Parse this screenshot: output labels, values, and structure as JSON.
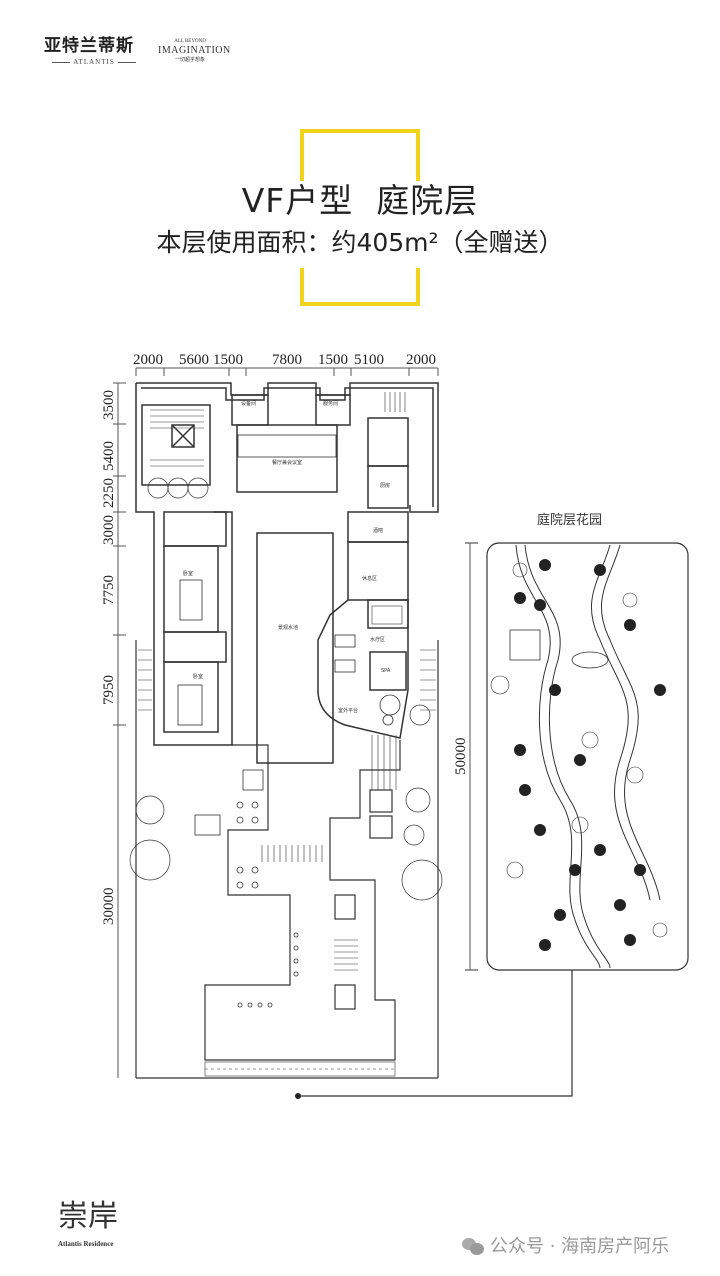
{
  "brand": {
    "logo_cn": "亚特兰蒂斯",
    "logo_en": "ATLANTIS",
    "imagination_small": "ALL BEYOND",
    "imagination": "IMAGINATION",
    "imagination_cn": "一切超乎想象"
  },
  "header": {
    "title": "VF户型  庭院层",
    "subtitle": "本层使用面积：约405m²（全赠送）"
  },
  "dimensions": {
    "top": [
      "2000",
      "5600",
      "1500",
      "7800",
      "1500",
      "5100",
      "2000"
    ],
    "left": [
      "3500",
      "5400",
      "2250",
      "3000",
      "7750",
      "7950",
      "30000"
    ],
    "garden_length": "50000"
  },
  "rooms": {
    "equipment": "设备间",
    "service": "服务间",
    "dining": "餐厅兼会议室",
    "kitchen": "厨房",
    "bar": "酒吧",
    "lounge": "休息区",
    "bedroom1": "卧室",
    "bedroom2": "卧室",
    "pool": "景观水池",
    "spa_area": "水疗区",
    "spa": "SPA",
    "terrace": "室外平台"
  },
  "garden": {
    "title": "庭院层花园"
  },
  "footer": {
    "logo_cn": "崇岸",
    "logo_en": "Atlantis Residence",
    "watermark": "公众号 · 海南房产阿乐"
  },
  "colors": {
    "accent_yellow": "#f2d31b",
    "line": "#333333",
    "watermark": "#999999"
  }
}
